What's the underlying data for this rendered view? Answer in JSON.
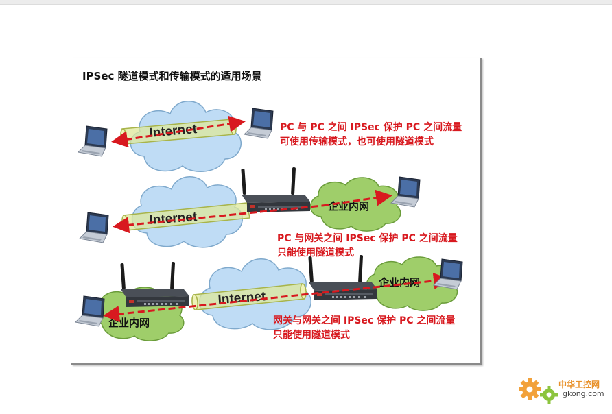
{
  "diagram": {
    "title": "IPSec 隧道模式和传输模式的适用场景",
    "internet_label": "Internet",
    "lan_label": "企业内网",
    "scenario_1": {
      "line_1": "PC 与 PC 之间 IPSec 保护 PC 之间流量",
      "line_2": "可使用传输模式，也可使用隧道模式"
    },
    "scenario_2": {
      "line_1": "PC 与网关之间 IPSec 保护 PC 之间流量",
      "line_2": "只能使用隧道模式"
    },
    "scenario_3": {
      "line_1": "网关与网关之间 IPSec 保护 PC 之间流量",
      "line_2": "只能使用隧道模式"
    },
    "colors": {
      "arrow": "#d8191f",
      "note_text": "#d8191f",
      "cloud_internet": "#bfdcf5",
      "cloud_lan": "#9fce6a",
      "tunnel": "#dde89a"
    },
    "icons": [
      "laptop-icon",
      "router-icon",
      "cloud-icon"
    ]
  },
  "watermark": {
    "cn": "中华工控网",
    "en": "gkong.com"
  }
}
